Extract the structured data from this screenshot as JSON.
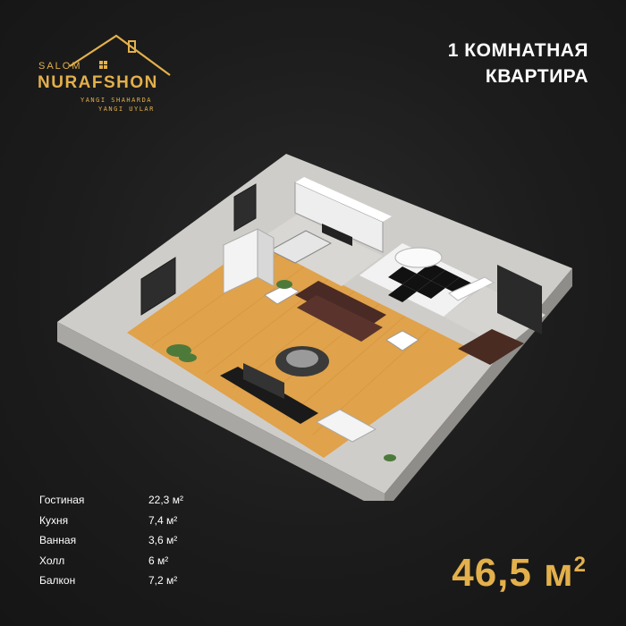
{
  "logo": {
    "top_word": "SALOM",
    "main_word": "NURAFSHON",
    "tagline_1": "YANGI SHAHARDA",
    "tagline_2": "YANGI UYLAR"
  },
  "title": {
    "line1": "1 КОМНАТНАЯ",
    "line2": "КВАРТИРА"
  },
  "rooms": [
    {
      "name": "Гостиная",
      "area": "22,3 м²"
    },
    {
      "name": "Кухня",
      "area": "7,4 м²"
    },
    {
      "name": "Ванная",
      "area": "3,6 м²"
    },
    {
      "name": "Холл",
      "area": "6 м²"
    },
    {
      "name": "Балкон",
      "area": "7,2 м²"
    }
  ],
  "total": {
    "value": "46,5 м",
    "unit_sup": "2"
  },
  "colors": {
    "accent": "#e3b04b",
    "background": "#1c1c1c",
    "floor": "#e0a24a",
    "wall": "#d8d6d2"
  }
}
